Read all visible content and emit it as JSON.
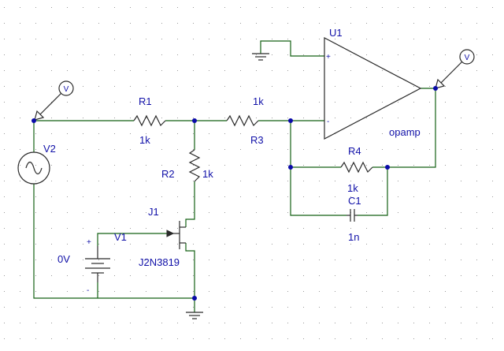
{
  "components": {
    "r1": {
      "name": "R1",
      "value": "1k"
    },
    "r2": {
      "name": "R2",
      "value": "1k"
    },
    "r3": {
      "name": "R3",
      "value": "1k"
    },
    "r4": {
      "name": "R4",
      "value": "1k"
    },
    "c1": {
      "name": "C1",
      "value": "1n"
    },
    "u1": {
      "name": "U1",
      "value": "opamp",
      "plus_sign": "+",
      "minus_sign": "-"
    },
    "v1": {
      "name": "V1",
      "value": "0V",
      "plus_sign": "+",
      "minus_sign": "-"
    },
    "v2": {
      "name": "V2"
    },
    "j1": {
      "name": "J1",
      "value": "J2N3819"
    }
  },
  "probes": {
    "input": "V",
    "output": "V"
  },
  "colors": {
    "wire": "#146214",
    "part": "#2a2a2a",
    "label": "#1010a8",
    "node": "#0a0aa8",
    "grid_dot": "#9a9a9a"
  }
}
